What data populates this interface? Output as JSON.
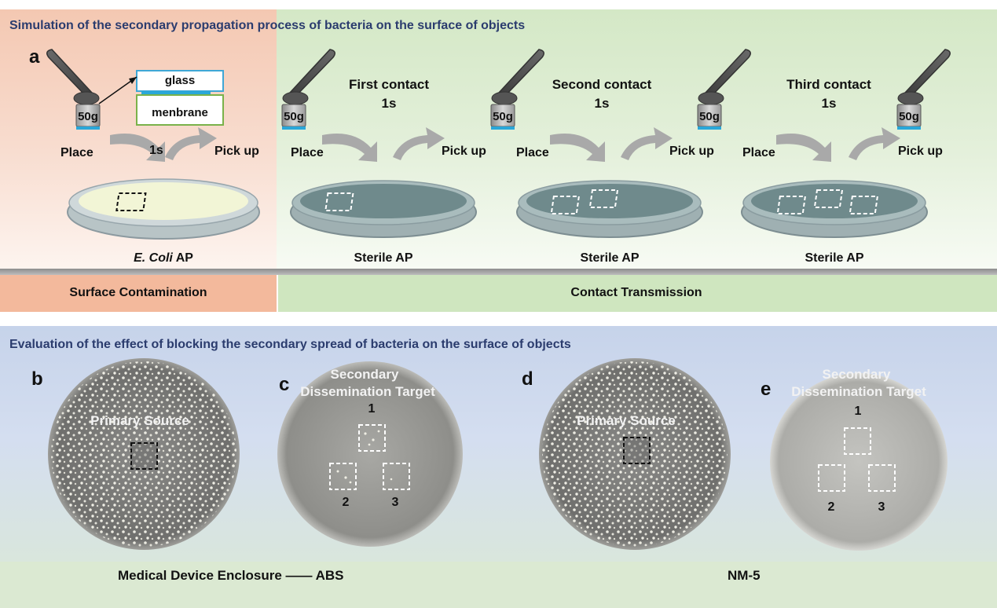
{
  "top": {
    "title": "Simulation of the secondary propagation process of bacteria on the surface of objects",
    "panel_label": "a",
    "weight": "50g",
    "glass_label": "glass",
    "membrane_label": "menbrane",
    "place": "Place",
    "pickup": "Pick up",
    "time_short": "1s",
    "contacts": [
      {
        "title": "First contact",
        "time": "1s"
      },
      {
        "title": "Second contact",
        "time": "1s"
      },
      {
        "title": "Third contact",
        "time": "1s"
      }
    ],
    "dish_labels": {
      "ecoli_italic": "E. Coli",
      "ecoli_suffix": " AP",
      "sterile": "Sterile AP"
    },
    "footer": {
      "left": "Surface Contamination",
      "right": "Contact Transmission"
    }
  },
  "bottom": {
    "title": "Evaluation of the effect of blocking the secondary spread of bacteria on the surface of objects",
    "panels": [
      "b",
      "c",
      "d",
      "e"
    ],
    "primary_source": "Primary Source",
    "secondary_line1": "Secondary",
    "secondary_line2": "Dissemination Target",
    "markers": [
      "1",
      "2",
      "3"
    ],
    "caption_left": "Medical Device Enclosure —— ABS",
    "caption_right": "NM-5"
  },
  "colors": {
    "title_blue": "#2b3c6e",
    "contamination": "#f3b99c",
    "transmission": "#cfe6bf",
    "glass_outline": "#3fa7d6",
    "membrane_outline": "#7ab24a"
  }
}
